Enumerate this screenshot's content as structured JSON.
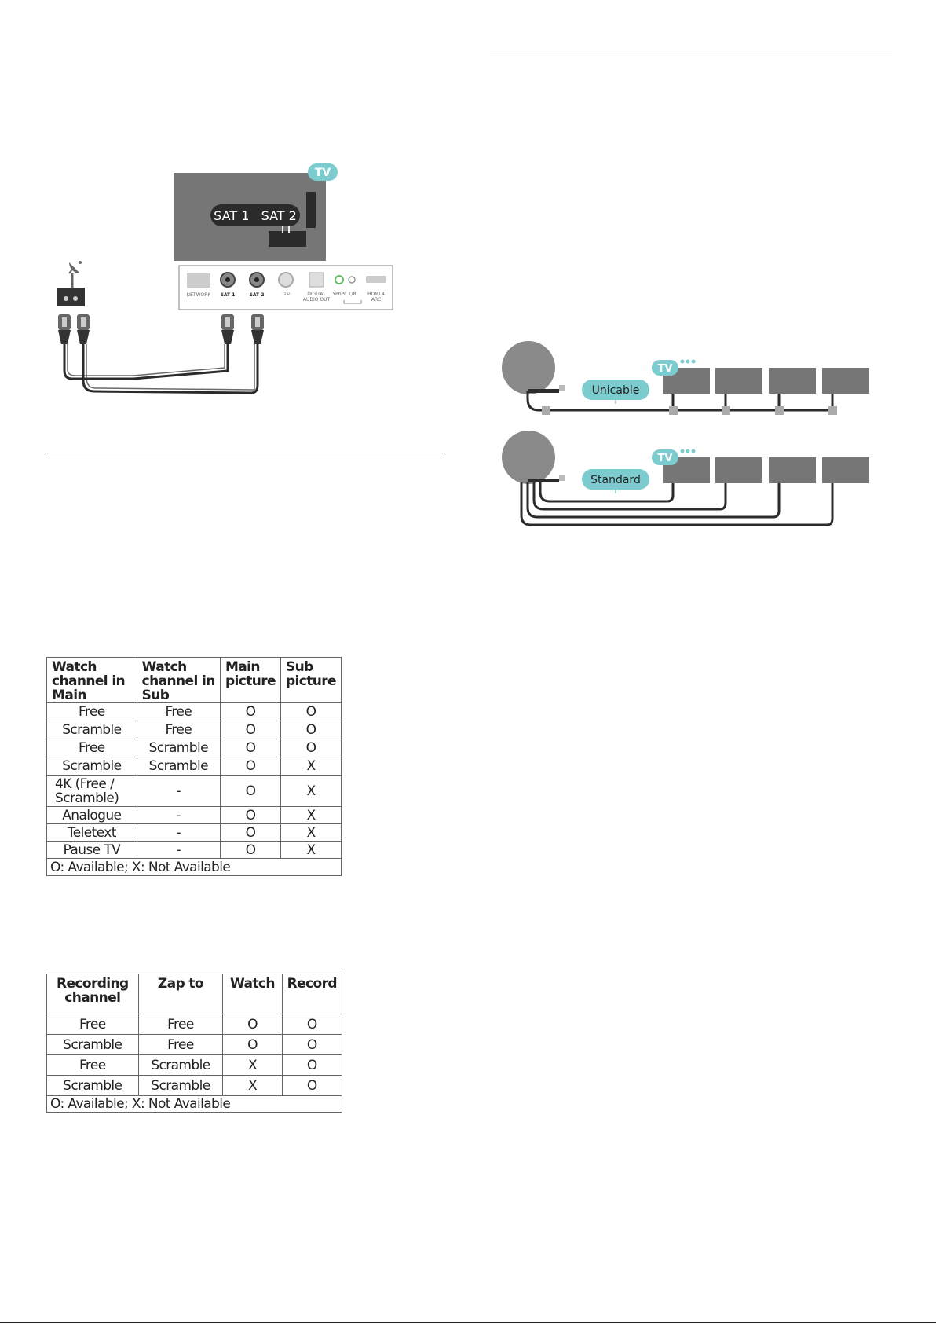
{
  "sat_diagram": {
    "tv_badge": "TV",
    "sat_label": "SAT 1   SAT 2",
    "ports": [
      "NETWORK",
      "SAT 1",
      "SAT 2",
      "75 Ω",
      "DIGITAL",
      "AUDIO OUT",
      "YPbPr",
      "L/R",
      "HDMI 4",
      "ARC"
    ]
  },
  "unicable_diagram": {
    "tv_badge": "TV",
    "unicable_label": "Unicable",
    "standard_label": "Standard"
  },
  "table1": {
    "headers": [
      "Watch channel in Main",
      "Watch channel in Sub",
      "Main picture",
      "Sub picture"
    ],
    "rows": [
      [
        "Free",
        "Free",
        "O",
        "O"
      ],
      [
        "Scramble",
        "Free",
        "O",
        "O"
      ],
      [
        "Free",
        "Scramble",
        "O",
        "O"
      ],
      [
        "Scramble",
        "Scramble",
        "O",
        "X"
      ],
      [
        "4K (Free / Scramble)",
        "-",
        "O",
        "X"
      ],
      [
        "Analogue",
        "-",
        "O",
        "X"
      ],
      [
        "Teletext",
        "-",
        "O",
        "X"
      ],
      [
        "Pause TV",
        "-",
        "O",
        "X"
      ]
    ],
    "note": "O: Available; X: Not Available"
  },
  "table2": {
    "headers": [
      "Recording channel",
      "Zap to",
      "Watch",
      "Record"
    ],
    "rows": [
      [
        "Free",
        "Free",
        "O",
        "O"
      ],
      [
        "Scramble",
        "Free",
        "O",
        "O"
      ],
      [
        "Free",
        "Scramble",
        "X",
        "O"
      ],
      [
        "Scramble",
        "Scramble",
        "X",
        "O"
      ]
    ],
    "note": "O: Available; X: Not Available"
  },
  "colors": {
    "tv_body": "#767676",
    "teal": "#7ccccf",
    "cable": "#2b2b2b",
    "label_dark": "#2f2f2f"
  }
}
